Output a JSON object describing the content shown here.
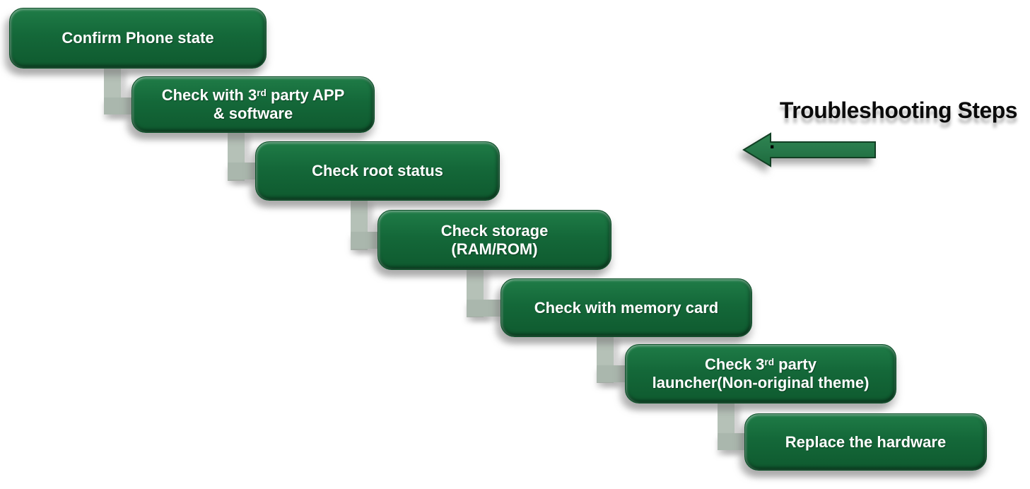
{
  "title": {
    "text": "Troubleshooting Steps"
  },
  "arrow": {
    "dot": "."
  },
  "colors": {
    "box_green": "#146839",
    "box_green_highlight": "#1f7c47",
    "box_green_shadow": "#0f5a2f",
    "box_border": "#0c4f28",
    "connector_gray_green": "#b5c1b7",
    "arrow_green": "#2a7b47",
    "arrow_border": "#123f24",
    "box_text": "#ffffff",
    "title_text": "#0b0b0b",
    "background": "#ffffff"
  },
  "steps": [
    {
      "text": "Confirm Phone state"
    },
    {
      "pre": "Check with 3",
      "sup": "rd",
      "post": " party APP",
      "line2": "& software"
    },
    {
      "text": "Check root status"
    },
    {
      "line1": "Check storage",
      "line2": "(RAM/ROM)"
    },
    {
      "text": "Check with memory card"
    },
    {
      "pre": "Check 3",
      "sup": "rd",
      "post": " party",
      "line2": "launcher(Non-original theme)"
    },
    {
      "text": "Replace the hardware"
    }
  ]
}
